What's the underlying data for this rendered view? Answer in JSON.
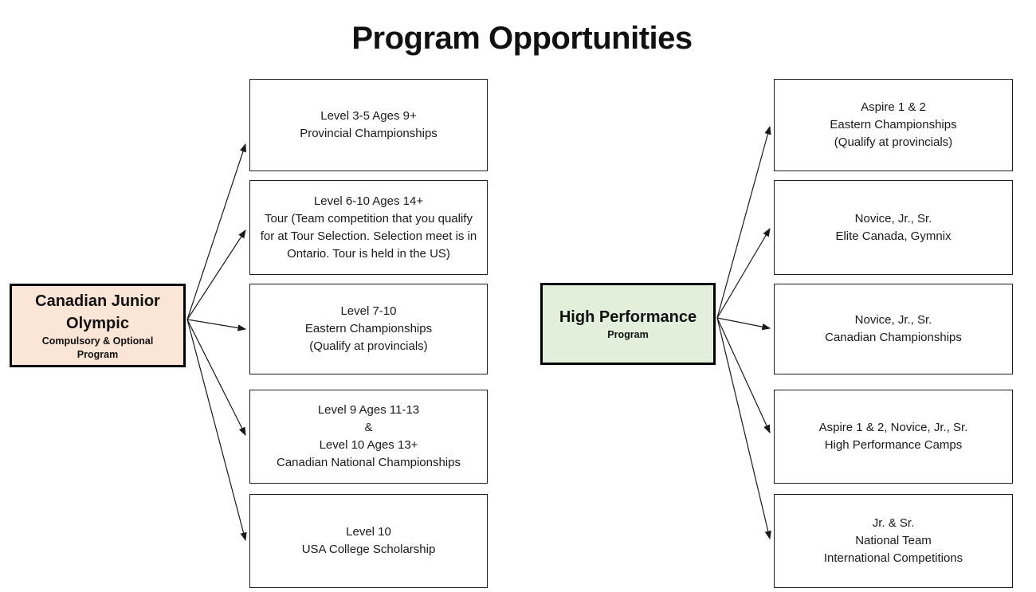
{
  "title": "Program Opportunities",
  "colors": {
    "canvas_background": "#ffffff",
    "junior_olympic_fill": "#fbe5d6",
    "high_performance_fill": "#e2efda",
    "box_border": "#000000",
    "text": "#1a1a1a"
  },
  "left_tree": {
    "root": {
      "title": "Canadian Junior Olympic",
      "subtitle": "Compulsory & Optional Program"
    },
    "children": [
      {
        "lines": [
          "Level 3-5 Ages 9+",
          "Provincial Championships"
        ]
      },
      {
        "lines": [
          "Level 6-10 Ages 14+",
          "Tour (Team competition that you qualify for at Tour Selection. Selection meet is in Ontario. Tour is held in the US)"
        ]
      },
      {
        "lines": [
          "Level 7-10",
          "Eastern Championships",
          "(Qualify at provincials)"
        ]
      },
      {
        "lines": [
          "Level 9 Ages 11-13",
          "&",
          "Level 10 Ages 13+",
          "Canadian National Championships"
        ]
      },
      {
        "lines": [
          "Level 10",
          "USA College Scholarship"
        ]
      }
    ]
  },
  "right_tree": {
    "root": {
      "title": "High Performance",
      "subtitle": "Program"
    },
    "children": [
      {
        "lines": [
          "Aspire 1 & 2",
          "Eastern Championships",
          "(Qualify at provincials)"
        ]
      },
      {
        "lines": [
          "Novice, Jr., Sr.",
          "Elite Canada, Gymnix"
        ]
      },
      {
        "lines": [
          "Novice, Jr., Sr.",
          "Canadian Championships"
        ]
      },
      {
        "lines": [
          "Aspire 1 & 2, Novice, Jr., Sr.",
          "High Performance Camps"
        ]
      },
      {
        "lines": [
          "Jr. & Sr.",
          "National Team",
          "International Competitions"
        ]
      }
    ]
  }
}
